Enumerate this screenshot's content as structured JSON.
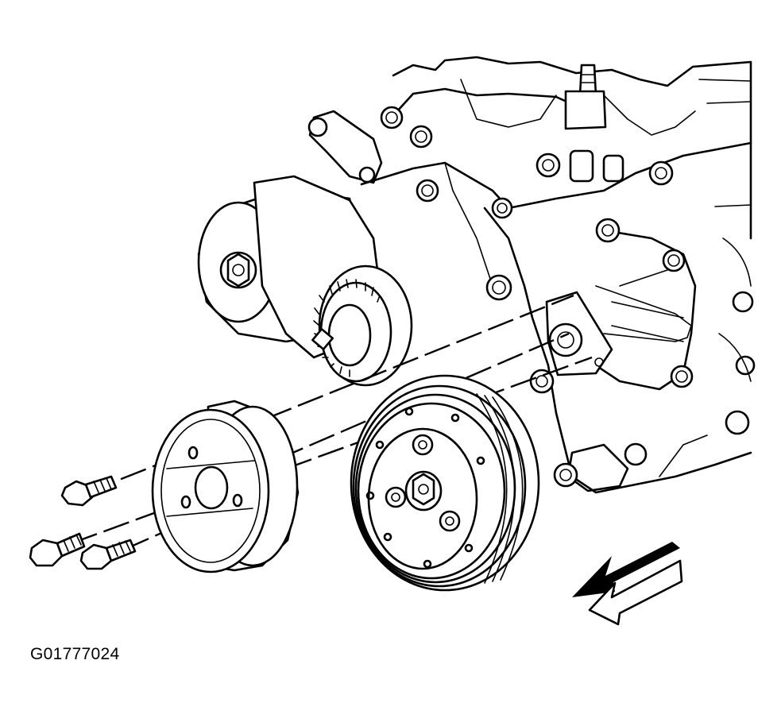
{
  "figure": {
    "id_label": "G01777024",
    "line_color": "#000000",
    "background": "#ffffff"
  },
  "parts": [
    {
      "name": "engine-front-cover",
      "icon": "engine-block-icon"
    },
    {
      "name": "belt-tensioner",
      "icon": "tensioner-icon"
    },
    {
      "name": "crankshaft-balancer",
      "icon": "balancer-icon"
    },
    {
      "name": "water-pump-pulley",
      "icon": "pulley-icon"
    },
    {
      "name": "pulley-bolts",
      "count": 3,
      "icon": "bolt-icon"
    },
    {
      "name": "direction-arrow",
      "icon": "front-arrow-icon"
    }
  ]
}
